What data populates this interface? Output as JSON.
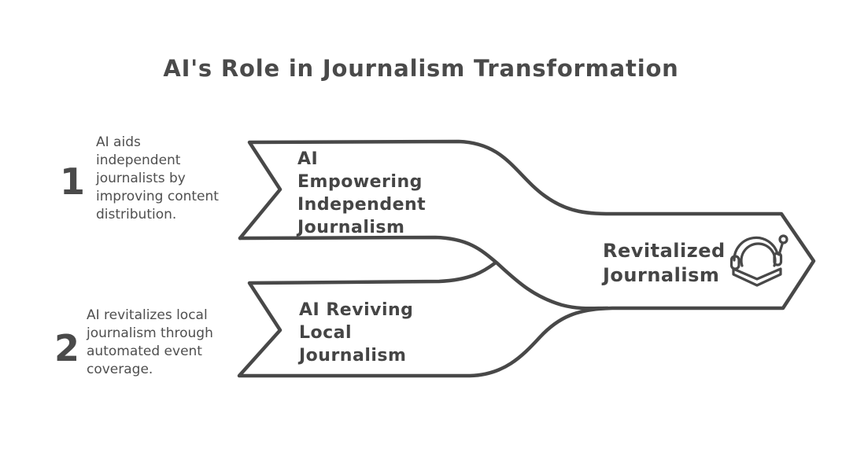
{
  "title": "AI's Role in Journalism Transformation",
  "steps": [
    {
      "number": "1",
      "description": "AI aids\nindependent\njournalists by\nimproving content\ndistribution.",
      "label": "AI\nEmpowering\nIndependent\nJournalism"
    },
    {
      "number": "2",
      "description": "AI revitalizes local\njournalism through\nautomated event\ncoverage.",
      "label": "AI Reviving\nLocal\nJournalism"
    }
  ],
  "result": {
    "label": "Revitalized\nJournalism",
    "icon": "ai-journalist-headset-book-icon"
  },
  "colors": {
    "stroke": "#484848",
    "text": "#434343",
    "background": "#ffffff"
  }
}
